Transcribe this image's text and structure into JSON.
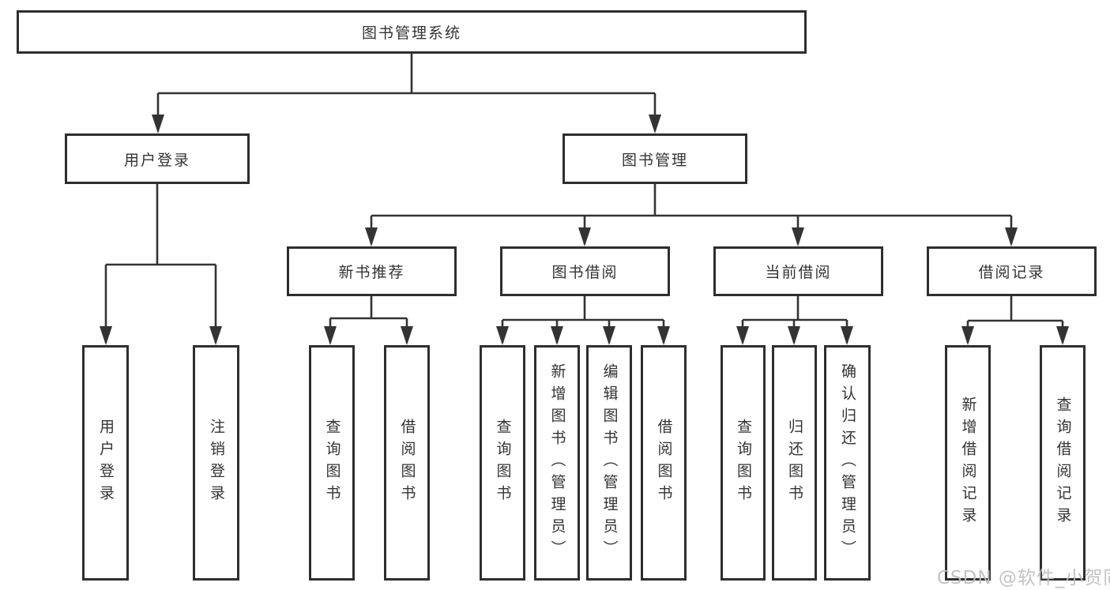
{
  "tree": {
    "label": "图书管理系统",
    "children": [
      {
        "label": "用户登录",
        "children": [
          {
            "label": "用户登录"
          },
          {
            "label": "注销登录"
          }
        ]
      },
      {
        "label": "图书管理",
        "children": [
          {
            "label": "新书推荐",
            "children": [
              {
                "label": "查询图书"
              },
              {
                "label": "借阅图书"
              }
            ]
          },
          {
            "label": "图书借阅",
            "children": [
              {
                "label": "查询图书"
              },
              {
                "label": "新增图书（管理员）"
              },
              {
                "label": "编辑图书（管理员）"
              },
              {
                "label": "借阅图书"
              }
            ]
          },
          {
            "label": "当前借阅",
            "children": [
              {
                "label": "查询图书"
              },
              {
                "label": "归还图书"
              },
              {
                "label": "确认归还（管理员）"
              }
            ]
          },
          {
            "label": "借阅记录",
            "children": [
              {
                "label": "新增借阅记录"
              },
              {
                "label": "查询借阅记录"
              }
            ]
          }
        ]
      }
    ]
  },
  "watermark": {
    "text": "CSDN @软件_小贺同学"
  },
  "colors": {
    "line": "#333333",
    "border": "#2e2e2e",
    "text": "#333333",
    "watermark": "#bdbdbd",
    "background": "#ffffff"
  }
}
